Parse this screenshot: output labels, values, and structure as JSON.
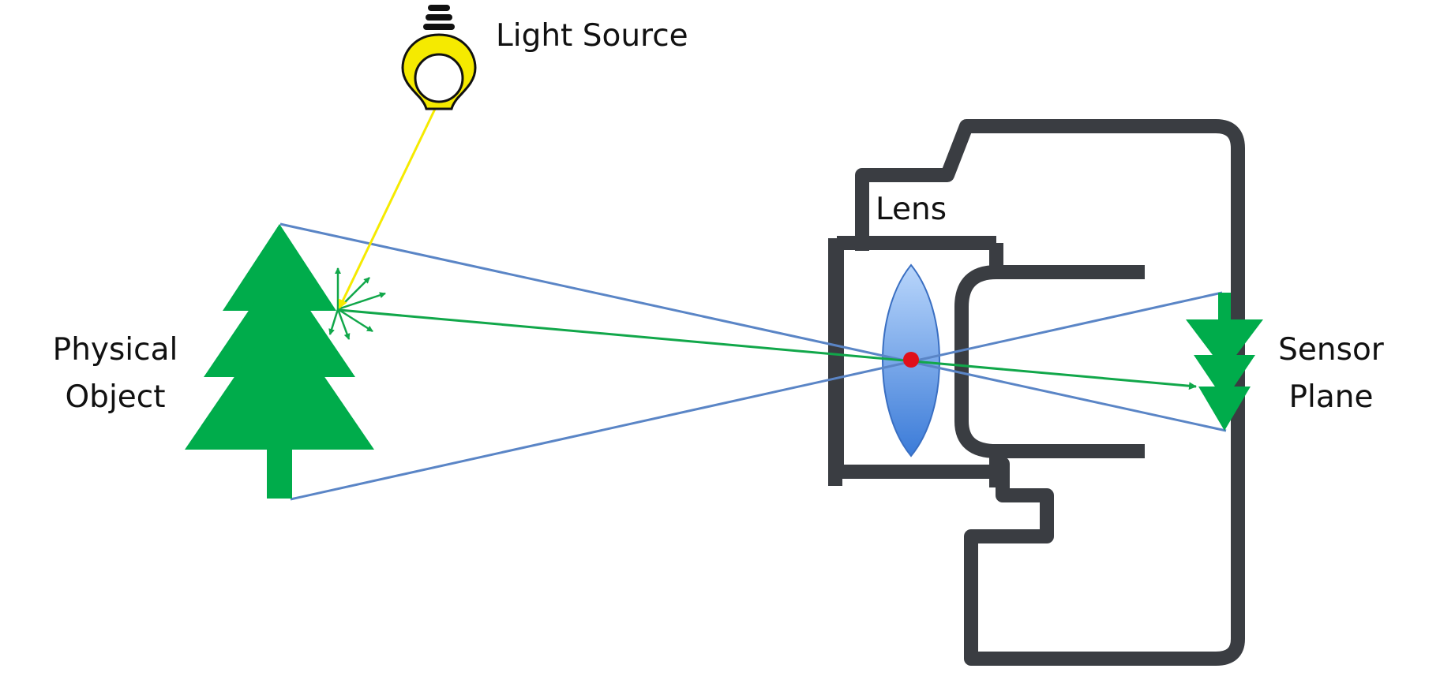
{
  "labels": {
    "light_source": "Light Source",
    "lens": "Lens",
    "physical_object_line1": "Physical",
    "physical_object_line2": "Object",
    "sensor_plane_line1": "Sensor",
    "sensor_plane_line2": "Plane"
  },
  "icons": {
    "bulb": "light-bulb-icon",
    "tree": "tree-icon",
    "camera": "camera-icon"
  },
  "colors": {
    "tree": "#00ac4b",
    "light_ray": "#f5ea00",
    "projection_rays": "#5a85c6",
    "green_ray": "#11a74a",
    "camera_outline": "#3a3d42",
    "lens_fill": "#7aaef0",
    "focal_point": "#e0101a"
  }
}
